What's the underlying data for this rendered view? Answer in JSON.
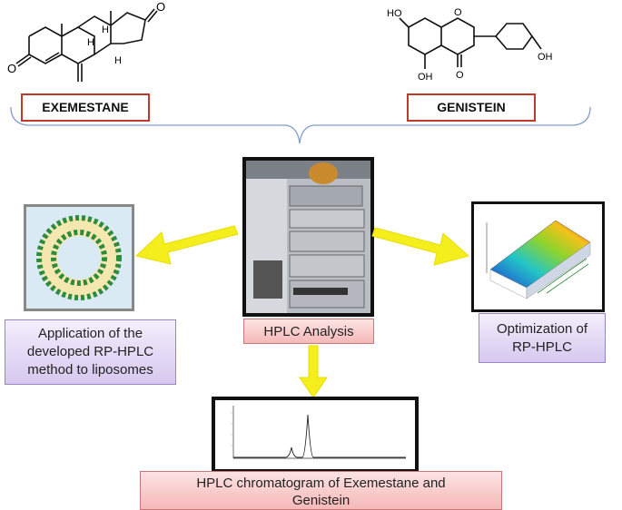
{
  "compounds": {
    "left": "EXEMESTANE",
    "right": "GENISTEIN"
  },
  "structure_labels": {
    "oh_top": "HO",
    "oh_bottom": "OH",
    "oh_right": "OH",
    "ketone_o": "O",
    "ring_o": "O",
    "carbonyl_o": "O",
    "carbonyl_o2": "O",
    "h1": "H",
    "h2": "H",
    "h3": "H"
  },
  "center": {
    "label": "HPLC Analysis"
  },
  "left_panel": {
    "line1": "Application of the",
    "line2": "developed RP-HPLC",
    "line3": "method to liposomes"
  },
  "right_panel": {
    "line1": "Optimization of",
    "line2": "RP-HPLC"
  },
  "bottom_panel": {
    "line1": "HPLC chromatogram of Exemestane and",
    "line2": "Genistein"
  },
  "colors": {
    "arrow": "#f5ee1d",
    "label_border": "#c0392b",
    "pink_box": "#f5b8b8",
    "purple_box": "#d6c8ef",
    "brace": "#7f9ec8"
  }
}
